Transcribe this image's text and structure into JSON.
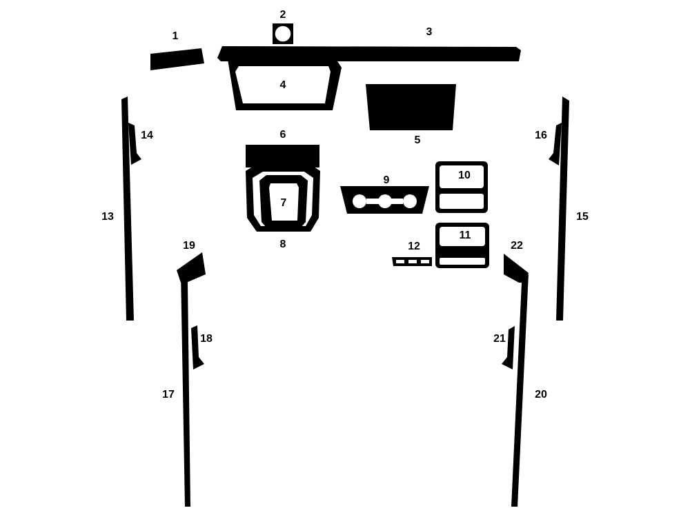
{
  "colors": {
    "piece": "#000000",
    "background": "#ffffff"
  },
  "labels": {
    "p1": "1",
    "p2": "2",
    "p3": "3",
    "p4": "4",
    "p5": "5",
    "p6": "6",
    "p7": "7",
    "p8": "8",
    "p9": "9",
    "p10": "10",
    "p11": "11",
    "p12": "12",
    "p13": "13",
    "p14": "14",
    "p15": "15",
    "p16": "16",
    "p17": "17",
    "p18": "18",
    "p19": "19",
    "p20": "20",
    "p21": "21",
    "p22": "22"
  }
}
